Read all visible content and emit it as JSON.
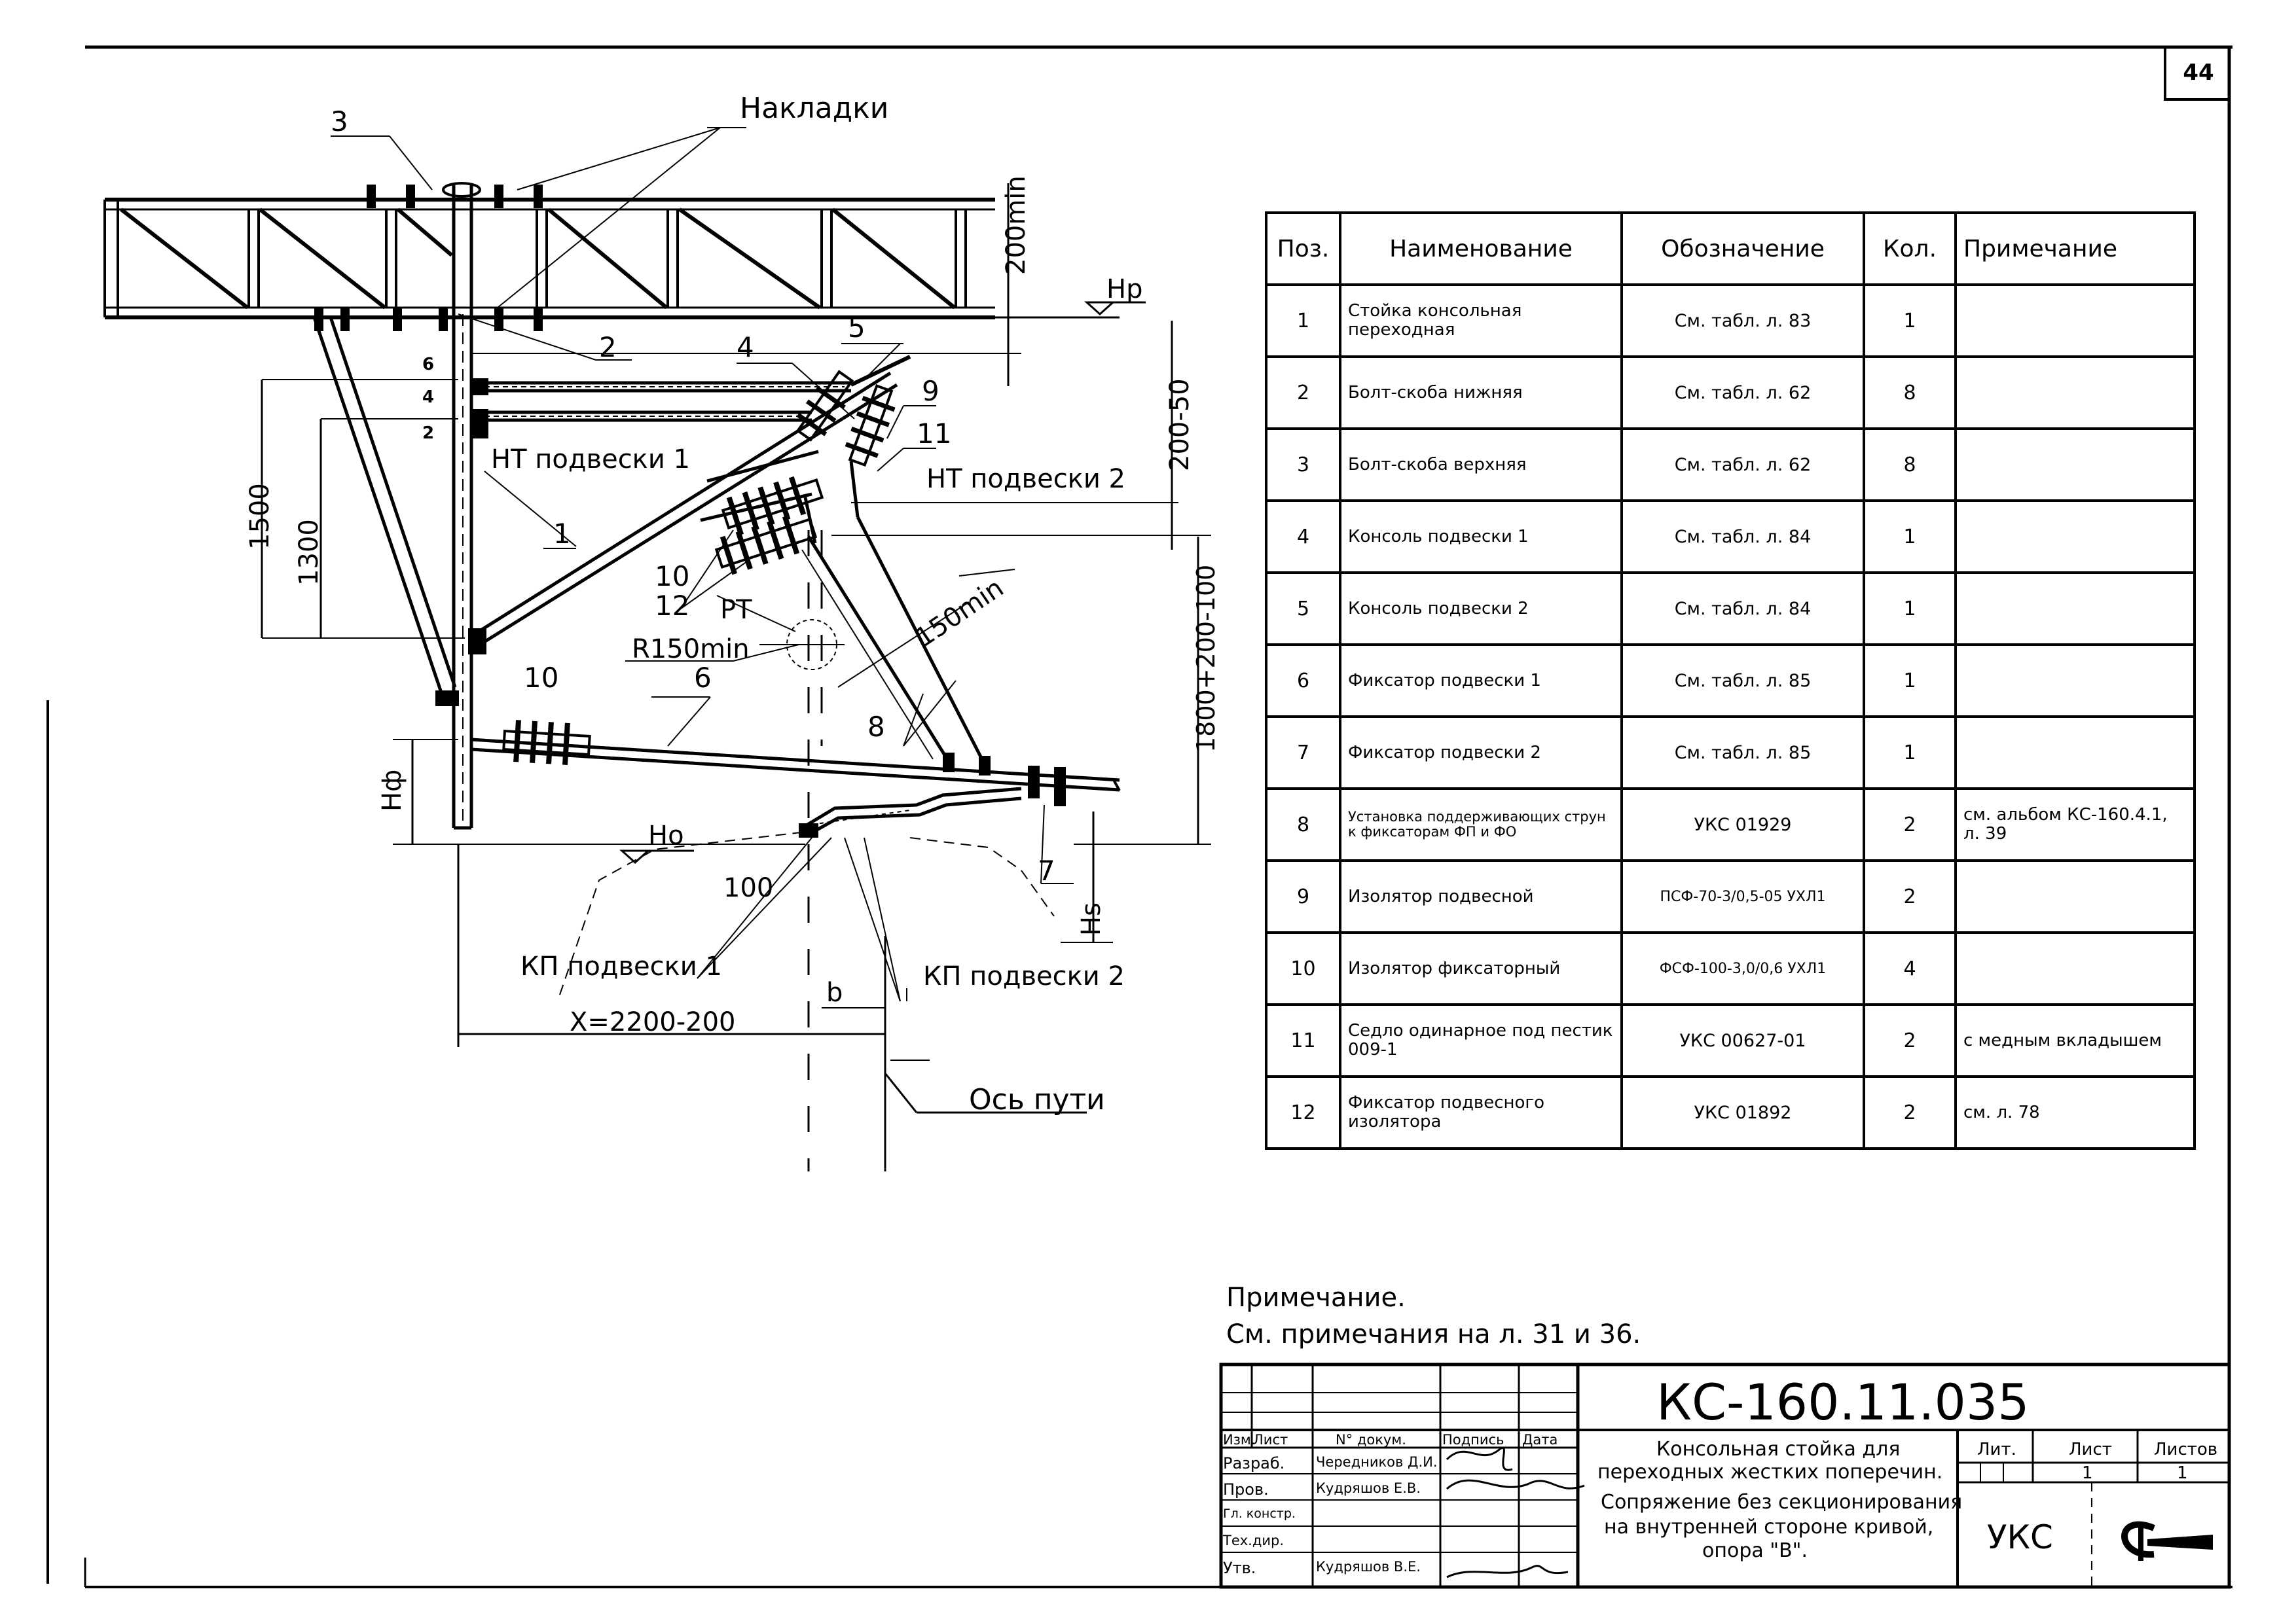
{
  "page_label": "44",
  "drawing": {
    "labels": {
      "overlays": "Накладки",
      "nt1": "НТ подвески 1",
      "nt2": "НТ подвески 2",
      "kp1": "КП подвески 1",
      "kp2": "КП подвески 2",
      "track_axis": "Ось пути",
      "rt": "РТ",
      "r150": "R150min",
      "d150": "150min",
      "d200min": "200min",
      "d200_50": "200-50",
      "d1500": "1500",
      "d1300": "1300",
      "d1800": "1800+200-100",
      "d100": "100",
      "x": "X=2200-200",
      "b": "b",
      "hp": "Нр",
      "hf": "Нф",
      "ho": "Но",
      "hs": "Hs"
    },
    "callouts": [
      "3",
      "2",
      "4",
      "5",
      "9",
      "11",
      "1",
      "10",
      "12",
      "6",
      "10",
      "8",
      "7",
      "6",
      "4",
      "2"
    ]
  },
  "spec_table": {
    "headers": [
      "Поз.",
      "Наименование",
      "Обозначение",
      "Кол.",
      "Примечание"
    ],
    "rows": [
      {
        "pos": "1",
        "name": "Стойка консольная переходная",
        "code": "См. табл. л. 83",
        "qty": "1",
        "note": ""
      },
      {
        "pos": "2",
        "name": "Болт-скоба нижняя",
        "code": "См. табл. л. 62",
        "qty": "8",
        "note": ""
      },
      {
        "pos": "3",
        "name": "Болт-скоба верхняя",
        "code": "См. табл. л. 62",
        "qty": "8",
        "note": ""
      },
      {
        "pos": "4",
        "name": "Консоль подвески 1",
        "code": "См. табл. л. 84",
        "qty": "1",
        "note": ""
      },
      {
        "pos": "5",
        "name": "Консоль подвески 2",
        "code": "См. табл. л. 84",
        "qty": "1",
        "note": ""
      },
      {
        "pos": "6",
        "name": "Фиксатор подвески 1",
        "code": "См. табл. л. 85",
        "qty": "1",
        "note": ""
      },
      {
        "pos": "7",
        "name": "Фиксатор подвески 2",
        "code": "См. табл. л. 85",
        "qty": "1",
        "note": ""
      },
      {
        "pos": "8",
        "name": "Установка поддерживающих струн к фиксаторам ФП и ФО",
        "code": "УКС 01929",
        "qty": "2",
        "note": "см. альбом КС-160.4.1, л. 39"
      },
      {
        "pos": "9",
        "name": "Изолятор подвесной",
        "code": "ПСФ-70-3/0,5-05 УХЛ1",
        "qty": "2",
        "note": ""
      },
      {
        "pos": "10",
        "name": "Изолятор фиксаторный",
        "code": "ФСФ-100-3,0/0,6 УХЛ1",
        "qty": "4",
        "note": ""
      },
      {
        "pos": "11",
        "name": "Седло одинарное под пестик 009-1",
        "code": "УКС 00627-01",
        "qty": "2",
        "note": "с медным вкладышем"
      },
      {
        "pos": "12",
        "name": "Фиксатор подвесного изолятора",
        "code": "УКС 01892",
        "qty": "2",
        "note": "см. л. 78"
      }
    ]
  },
  "notes": {
    "title": "Примечание.",
    "text": "См. примечания на л. 31 и 36."
  },
  "title_block": {
    "doc_code": "КС-160.11.035",
    "title_lines": [
      "Консольная стойка для",
      "переходных жестких поперечин.",
      "Сопряжение без секционирования",
      "на внутренней стороне кривой,",
      "опора \"В\"."
    ],
    "col_headers": [
      "Изм.",
      "Лист",
      "N° докум.",
      "Подпись",
      "Дата"
    ],
    "roles": [
      "Разраб.",
      "Пров.",
      "Гл. констр.",
      "Тех.дир.",
      "Утв."
    ],
    "names": [
      "Чередников Д.И.",
      "Кудряшов Е.В.",
      "",
      "",
      "Кудряшов В.Е."
    ],
    "lit_label": "Лит.",
    "sheet_label": "Лист",
    "sheets_label": "Листов",
    "sheet": "1",
    "sheets": "1",
    "org": "УКС"
  }
}
